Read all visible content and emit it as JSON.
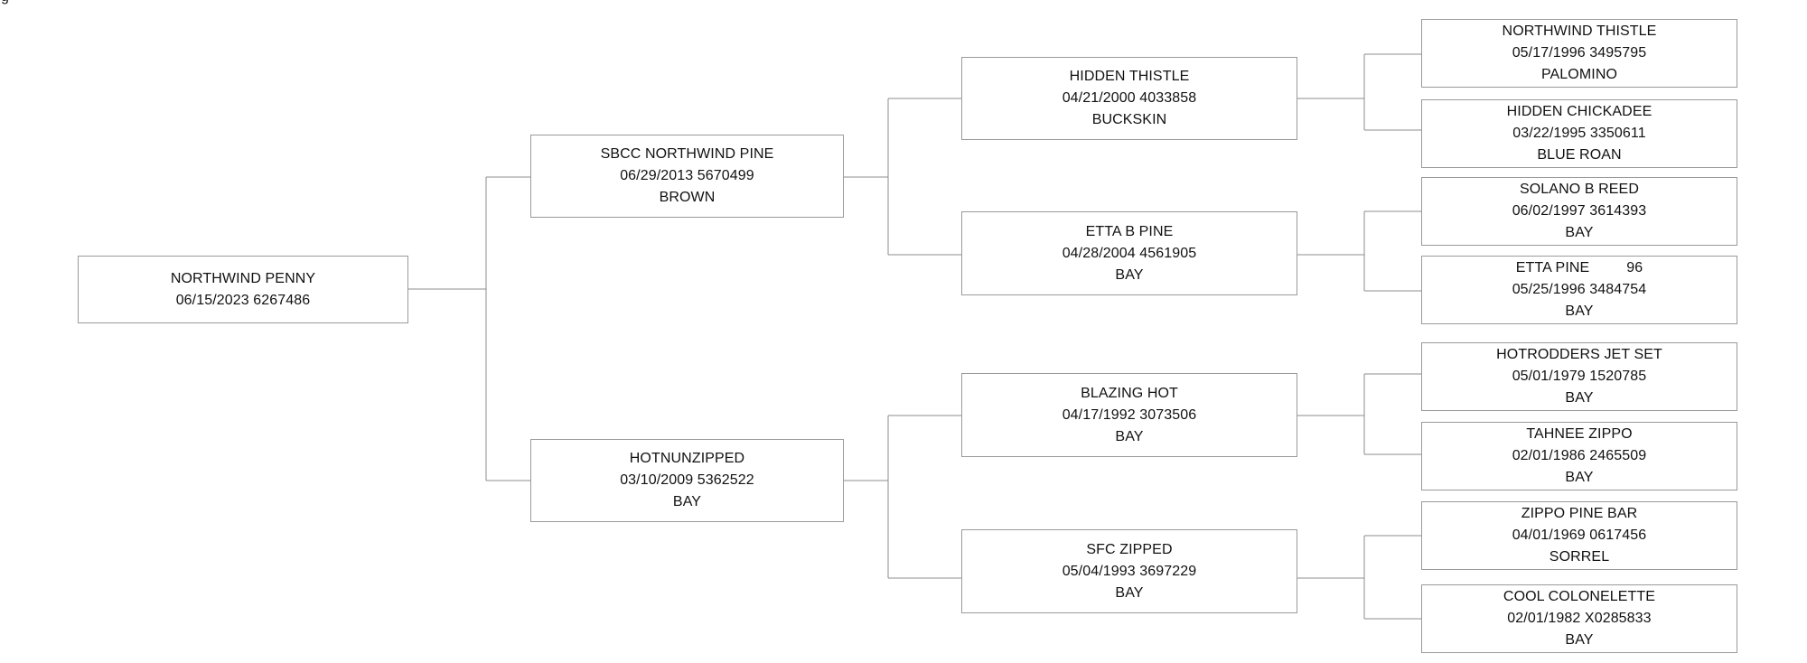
{
  "corner_text": "g",
  "pedigree": {
    "subject": {
      "name": "NORTHWIND PENNY",
      "details": "06/15/2023 6267486"
    },
    "sire": {
      "name": "SBCC NORTHWIND PINE",
      "details": "06/29/2013 5670499",
      "color": "BROWN"
    },
    "dam": {
      "name": "HOTNUNZIPPED",
      "details": "03/10/2009 5362522",
      "color": "BAY"
    },
    "sire_sire": {
      "name": "HIDDEN THISTLE",
      "details": "04/21/2000 4033858",
      "color": "BUCKSKIN"
    },
    "sire_dam": {
      "name": "ETTA B PINE",
      "details": "04/28/2004 4561905",
      "color": "BAY"
    },
    "dam_sire": {
      "name": "BLAZING HOT",
      "details": "04/17/1992 3073506",
      "color": "BAY"
    },
    "dam_dam": {
      "name": "SFC ZIPPED",
      "details": "05/04/1993 3697229",
      "color": "BAY"
    },
    "sire_sire_sire": {
      "name": "NORTHWIND THISTLE",
      "details": "05/17/1996 3495795",
      "color": "PALOMINO"
    },
    "sire_sire_dam": {
      "name": "HIDDEN CHICKADEE",
      "details": "03/22/1995 3350611",
      "color": "BLUE ROAN"
    },
    "sire_dam_sire": {
      "name": "SOLANO B REED",
      "details": "06/02/1997 3614393",
      "color": "BAY"
    },
    "sire_dam_dam": {
      "name": "ETTA PINE         96",
      "details": "05/25/1996 3484754",
      "color": "BAY"
    },
    "dam_sire_sire": {
      "name": "HOTRODDERS JET SET",
      "details": "05/01/1979 1520785",
      "color": "BAY"
    },
    "dam_sire_dam": {
      "name": "TAHNEE ZIPPO",
      "details": "02/01/1986 2465509",
      "color": "BAY"
    },
    "dam_dam_sire": {
      "name": "ZIPPO PINE BAR",
      "details": "04/01/1969 0617456",
      "color": "SORREL"
    },
    "dam_dam_dam": {
      "name": "COOL COLONELETTE",
      "details": "02/01/1982 X0285833",
      "color": "BAY"
    }
  }
}
